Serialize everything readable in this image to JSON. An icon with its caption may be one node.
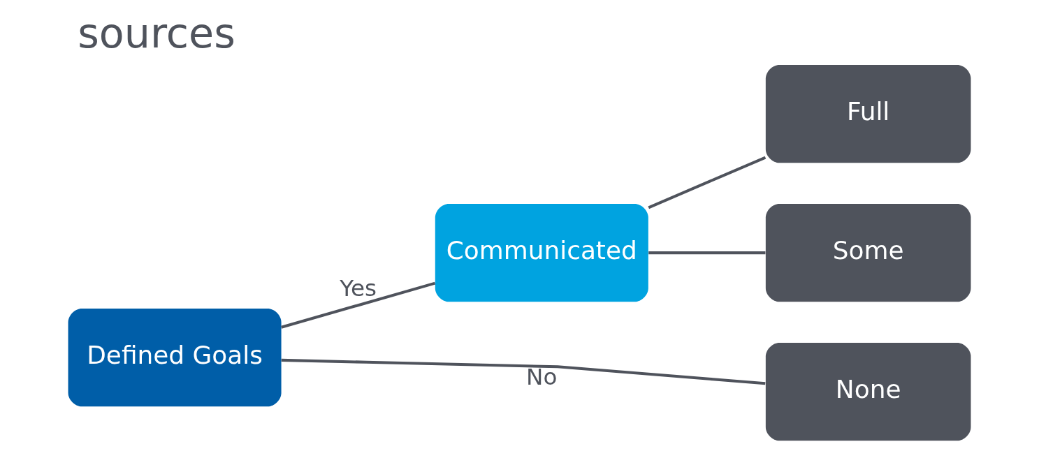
{
  "diagram": {
    "title": "sources",
    "nodes": [
      {
        "text": [
          "Defined Goals"
        ]
      },
      {
        "text": [
          "Communicated"
        ]
      },
      {
        "text": [
          "Full"
        ]
      },
      {
        "text": [
          "Some"
        ]
      },
      {
        "text": [
          "None"
        ]
      }
    ],
    "edges": [
      {
        "from": 0,
        "to": 1,
        "arrow": "none",
        "label": "Yes"
      },
      {
        "from": 0,
        "to": 4,
        "arrow": "none",
        "label": "No"
      },
      {
        "from": 1,
        "to": 2,
        "arrow": "none"
      },
      {
        "from": 1,
        "to": 3,
        "arrow": "none"
      }
    ]
  }
}
